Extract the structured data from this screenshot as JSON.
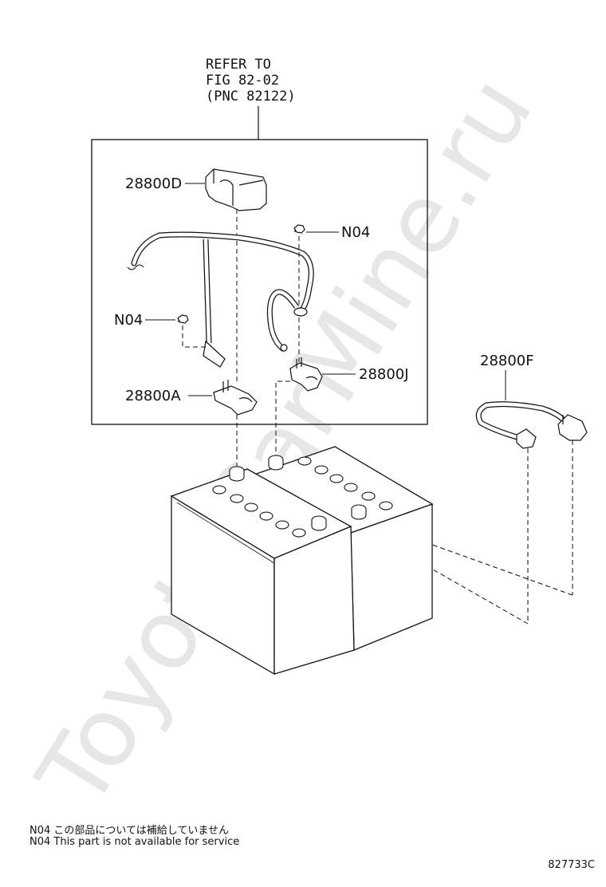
{
  "watermark": "ToyotaCarMine.ru",
  "refer": {
    "line1": "REFER TO",
    "line2": "FIG 82-02",
    "line3": "(PNC 82122)"
  },
  "labels": {
    "cover_d": "28800D",
    "nut_upper": "N04",
    "nut_left": "N04",
    "clamp_j": "28800J",
    "clamp_a": "28800A",
    "cable_f": "28800F"
  },
  "notes": {
    "japanese": "N04 この部品については補給していません",
    "english": "N04 This part is not available for service"
  },
  "figure_code": "827733C"
}
